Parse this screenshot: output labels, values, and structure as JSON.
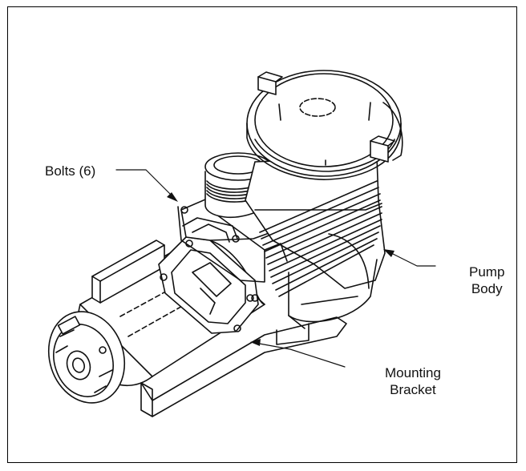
{
  "labels": {
    "bolts": "Bolts (6)",
    "pump_body_line1": "Pump",
    "pump_body_line2": "Body",
    "mounting_line1": "Mounting",
    "mounting_line2": "Bracket"
  },
  "colors": {
    "line": "#111111",
    "background": "#ffffff"
  }
}
